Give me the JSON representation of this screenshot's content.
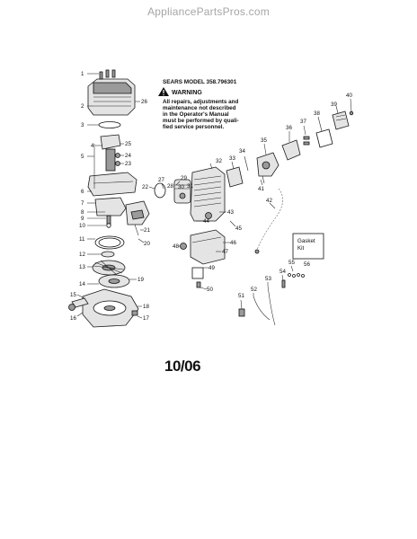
{
  "site": {
    "watermark": "AppliancePartsPros.com"
  },
  "diagram": {
    "model": "SEARS MODEL 358.796301",
    "warning_title": "WARNING",
    "warning_lines": [
      "All repairs, adjustments and",
      "maintenance not described",
      "in the Operator's Manual",
      "must be performed by quali-",
      "fied service personnel."
    ],
    "gasket_kit_lines": [
      "Gasket",
      "Kit"
    ],
    "date": "10/06",
    "part_numbers": {
      "p1": "1",
      "p2": "2",
      "p3": "3",
      "p4": "4",
      "p5": "5",
      "p6": "6",
      "p7": "7",
      "p8": "8",
      "p9": "9",
      "p10": "10",
      "p11": "11",
      "p12": "12",
      "p13": "13",
      "p14": "14",
      "p15": "15",
      "p16": "16",
      "p17": "17",
      "p18": "18",
      "p19": "19",
      "p20": "20",
      "p21": "21",
      "p22": "22",
      "p23": "23",
      "p24": "24",
      "p25": "25",
      "p26": "26",
      "p27": "27",
      "p28": "28",
      "p29": "29",
      "p30": "30",
      "p31": "31",
      "p32": "32",
      "p33": "33",
      "p34": "34",
      "p35": "35",
      "p36": "36",
      "p37": "37",
      "p38": "38",
      "p39": "39",
      "p40": "40",
      "p41": "41",
      "p42": "42",
      "p43": "43",
      "p44": "44",
      "p45": "45",
      "p46": "46",
      "p47": "47",
      "p48": "48",
      "p49": "49",
      "p50": "50",
      "p51": "51",
      "p52": "52",
      "p53": "53",
      "p54": "54",
      "p55": "55",
      "p56": "56"
    }
  }
}
